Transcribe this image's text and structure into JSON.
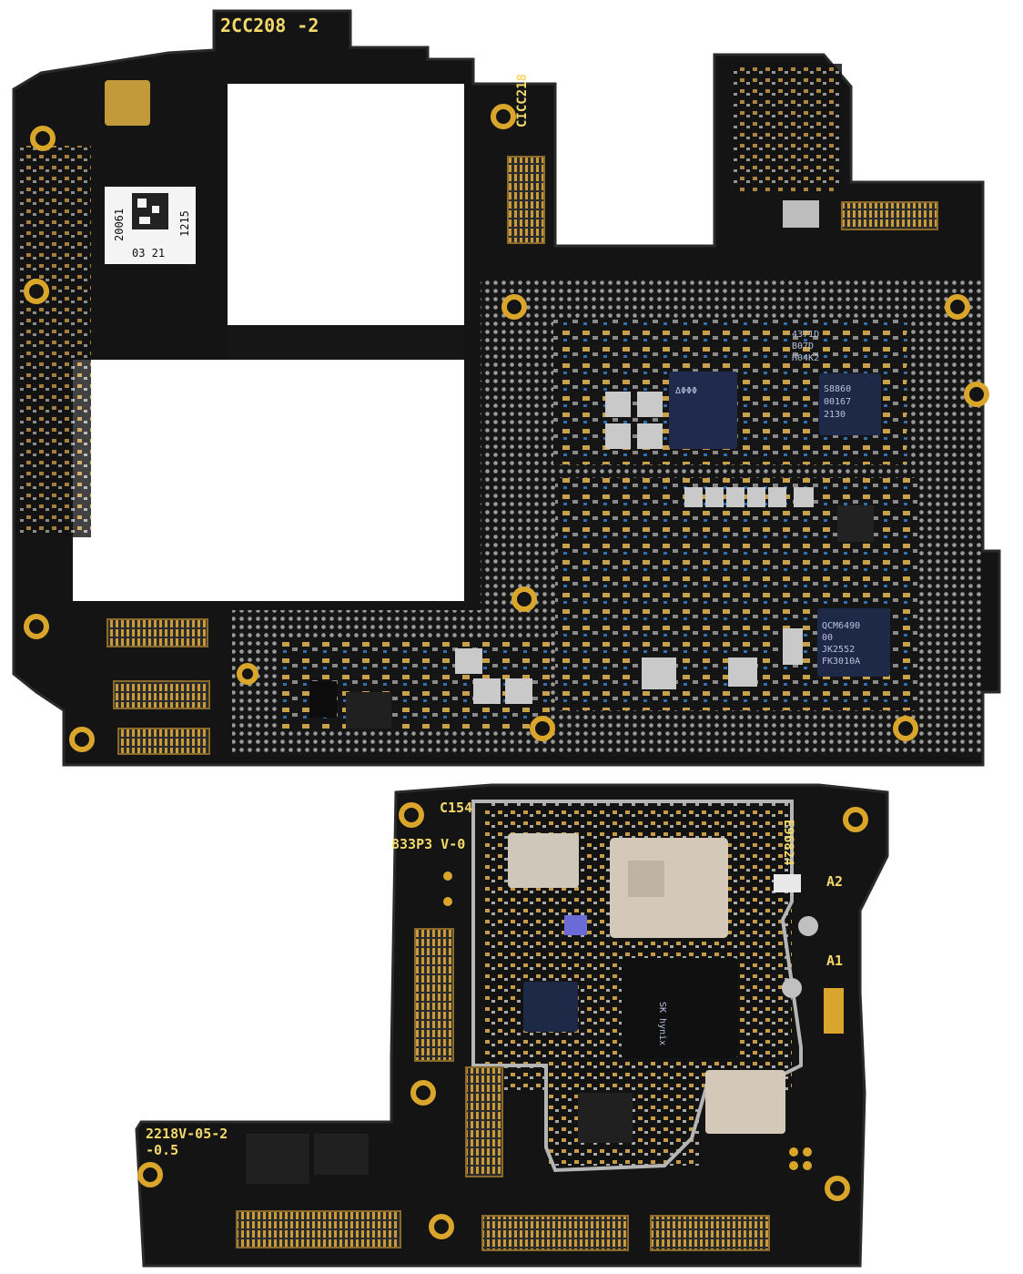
{
  "photo": {
    "subject": "smartphone-mainboard-pcbs",
    "colors": {
      "board": "#141414",
      "board_edge": "#2a2a2a",
      "gold": "#d9a52b",
      "shield": "#c9c9c9",
      "background": "#ffffff"
    },
    "upper_board": {
      "silkscreen_top": "2CC208 -2",
      "connector_label": "CICC218",
      "sticker": {
        "line1": "20061",
        "line2": "03 21",
        "line3": "1215"
      },
      "chip_markings": {
        "chip_a": [
          "4371D",
          "B07D",
          "H04K2"
        ],
        "chip_b": [
          "S8860",
          "00167",
          "2130"
        ],
        "chip_c": [
          "QCM6490",
          "00",
          "JK2552",
          "FK3010A"
        ]
      }
    },
    "lower_board": {
      "label_c154": "C154",
      "label_833": "833P3 V-0",
      "label_e": "E96824",
      "label_a2": "A2",
      "label_a1": "A1",
      "label_bottom_left": "2218V-05-2",
      "label_bottom_left_2": "-0.5",
      "chip_markings": {
        "memory": "SK hynix"
      }
    }
  }
}
